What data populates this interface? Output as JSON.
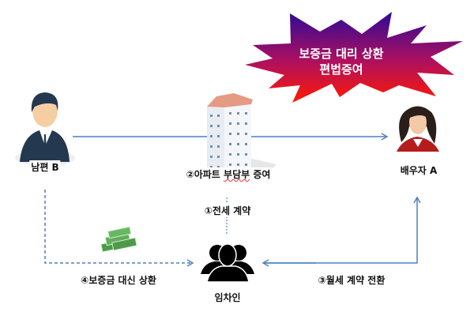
{
  "burst": {
    "line1": "보증금 대리 상환",
    "line2": "편법증여",
    "colors": {
      "top": "#3a0a9a",
      "bottom": "#ff1500"
    }
  },
  "nodes": {
    "husband": {
      "label": "남편 B"
    },
    "spouse": {
      "label": "배우자 A"
    },
    "tenant": {
      "label": "임차인"
    },
    "apartment": {
      "prefix": "②아파트 ",
      "underlined": "부담부",
      "suffix": " 증여"
    }
  },
  "edges": {
    "lease": "①전세 계약",
    "monthly": "③월세 계약 전환",
    "repay": "④보증금 대신 상환"
  },
  "colors": {
    "arrow": "#4f81bd"
  }
}
